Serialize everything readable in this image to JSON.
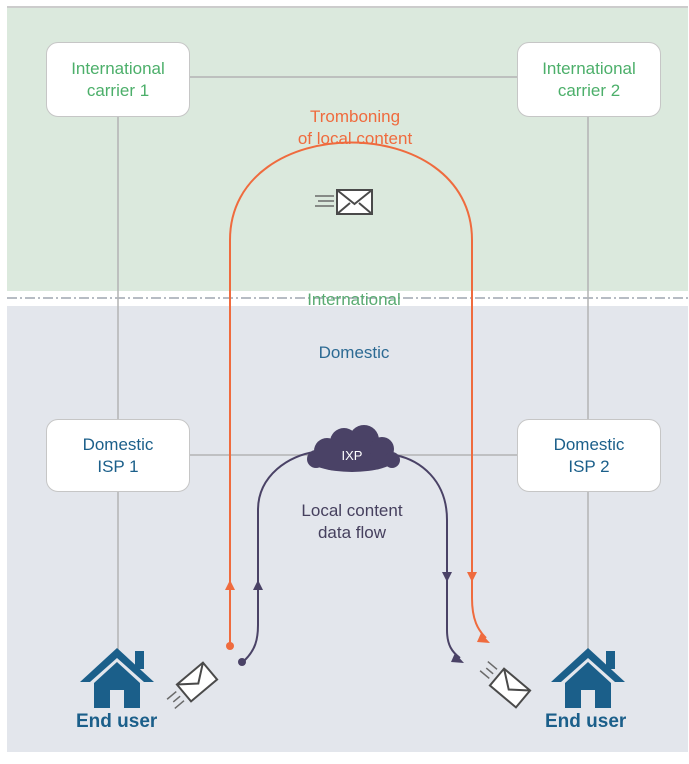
{
  "zones": {
    "international": "International",
    "domestic": "Domestic"
  },
  "nodes": {
    "carrier1": [
      "International",
      "carrier 1"
    ],
    "carrier2": [
      "International",
      "carrier 2"
    ],
    "isp1": [
      "Domestic",
      "ISP 1"
    ],
    "isp2": [
      "Domestic",
      "ISP 2"
    ],
    "ixp": "IXP",
    "end_user_left": "End user",
    "end_user_right": "End user"
  },
  "flows": {
    "tromboning": [
      "Tromboning",
      "of local content"
    ],
    "local": [
      "Local content",
      "data flow"
    ]
  },
  "icons": [
    "envelope-icon",
    "house-icon",
    "cloud-icon"
  ],
  "colors": {
    "international_bg": "#dbe9dd",
    "domestic_bg": "#e3e6ec",
    "tromboning_path": "#ef6b3e",
    "local_path": "#4a4266",
    "international_text": "#5aab72",
    "domestic_text": "#2c6a93",
    "house": "#1b5f8a"
  }
}
